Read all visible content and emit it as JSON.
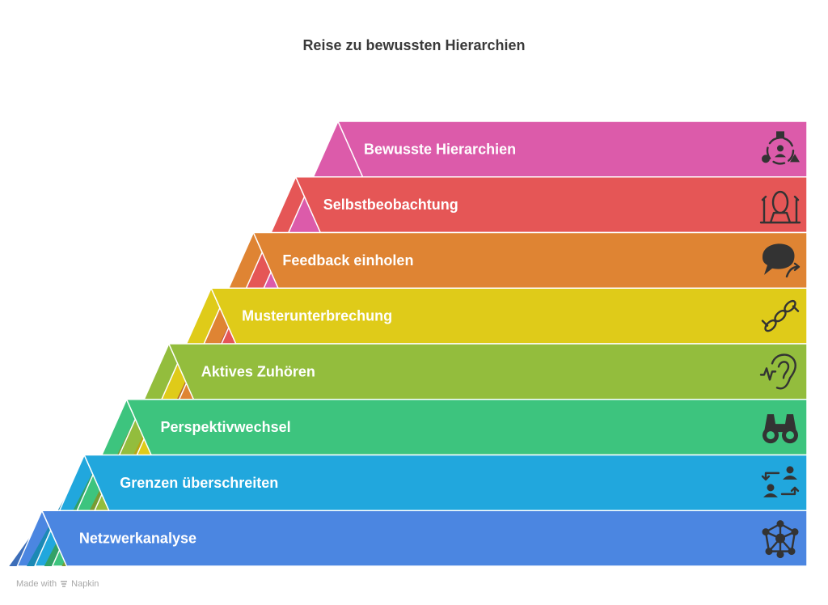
{
  "title": "Reise zu bewussten Hierarchien",
  "levels": [
    {
      "label": "Bewusste Hierarchien",
      "color": "#DC5BAA",
      "icon": "hierarchy-shapes-icon"
    },
    {
      "label": "Selbstbeobachtung",
      "color": "#E55656",
      "icon": "mirror-icon"
    },
    {
      "label": "Feedback einholen",
      "color": "#DF8433",
      "icon": "speech-bubble-arrow-icon"
    },
    {
      "label": "Musterunterbrechung",
      "color": "#DFCB19",
      "icon": "broken-chain-icon"
    },
    {
      "label": "Aktives Zuhören",
      "color": "#93BD3D",
      "icon": "ear-icon"
    },
    {
      "label": "Perspektivwechsel",
      "color": "#3DC47E",
      "icon": "binoculars-icon"
    },
    {
      "label": "Grenzen überschreiten",
      "color": "#21A7DD",
      "icon": "people-swap-icon"
    },
    {
      "label": "Netzwerkanalyse",
      "color": "#4B86E1",
      "icon": "network-icon"
    }
  ],
  "footer": {
    "made_with": "Made with",
    "brand": "Napkin"
  }
}
